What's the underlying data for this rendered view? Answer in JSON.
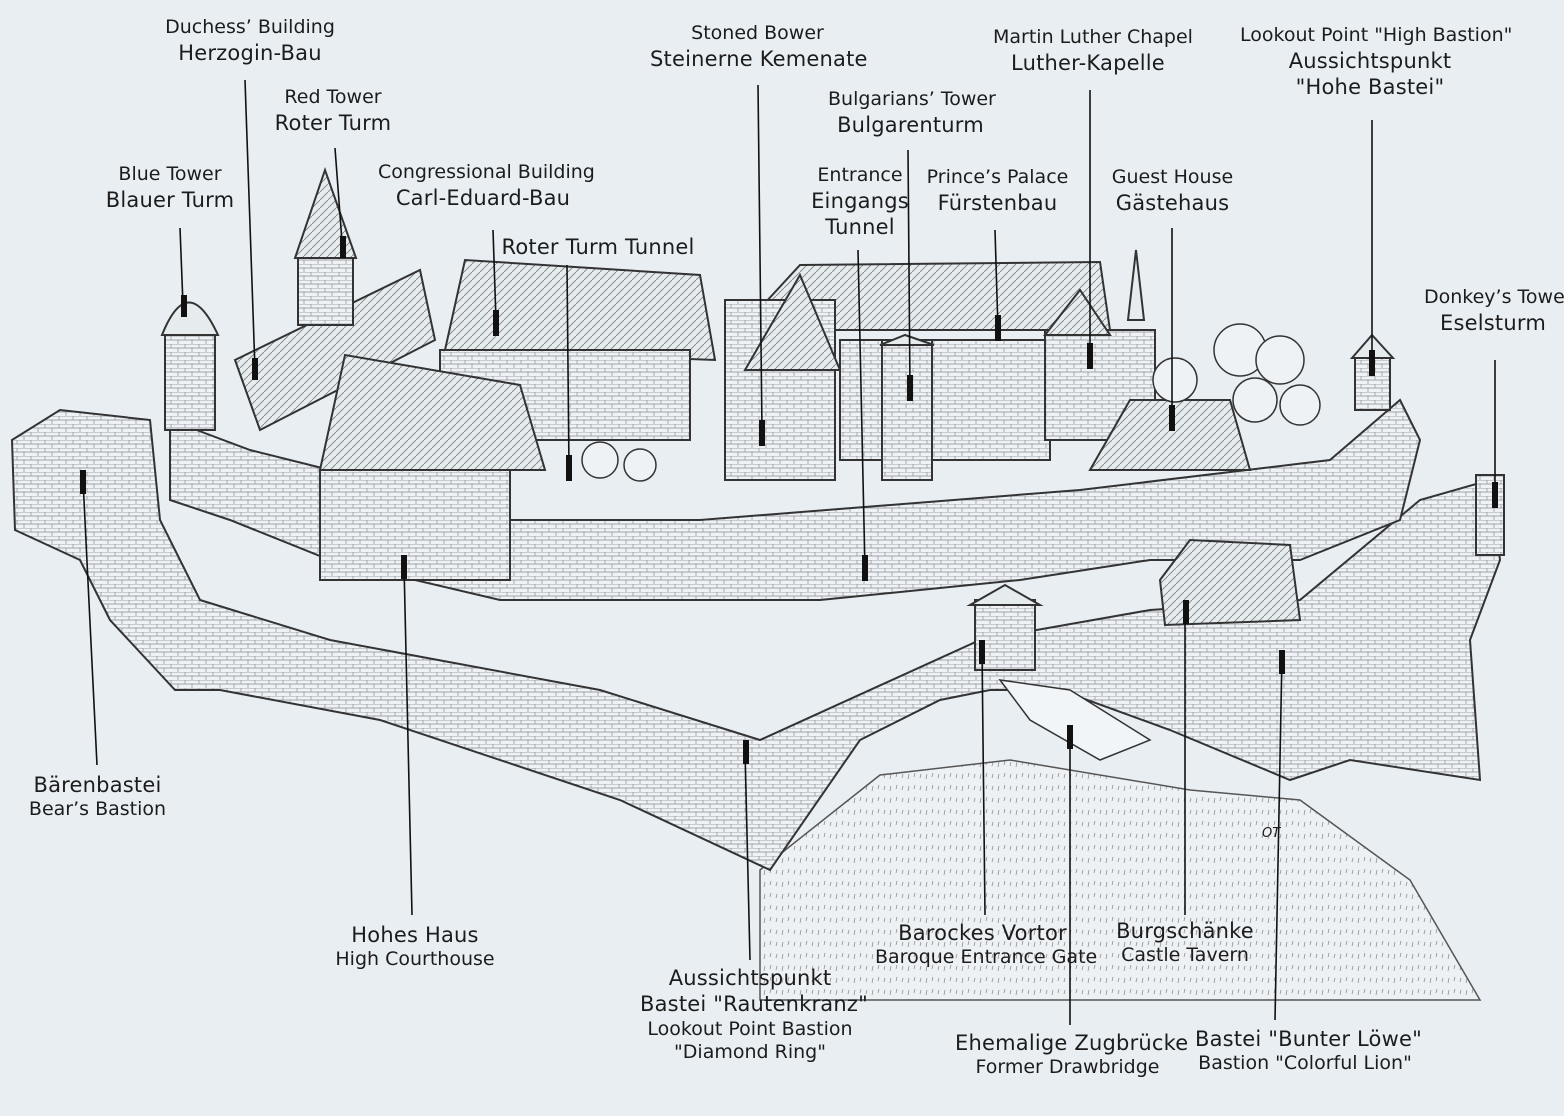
{
  "labels": {
    "duchess": {
      "en": "Duchess’ Building",
      "de": "Herzogin-Bau"
    },
    "red_tower": {
      "en": "Red Tower",
      "de": "Roter Turm"
    },
    "blue_tower": {
      "en": "Blue Tower",
      "de": "Blauer Turm"
    },
    "congressional": {
      "en": "Congressional Building",
      "de": "Carl-Eduard-Bau"
    },
    "roter_turm_tunnel": {
      "de": "Roter Turm Tunnel"
    },
    "stoned_bower": {
      "en": "Stoned Bower",
      "de": "Steinerne Kemenate"
    },
    "bulgarians_tower": {
      "en": "Bulgarians’ Tower",
      "de": "Bulgarenturm"
    },
    "entrance": {
      "en": "Entrance",
      "de1": "Eingangs",
      "de2": "Tunnel"
    },
    "luther_chapel": {
      "en": "Martin Luther Chapel",
      "de": "Luther-Kapelle"
    },
    "princes_palace": {
      "en": "Prince’s Palace",
      "de": "Fürstenbau"
    },
    "guest_house": {
      "en": "Guest House",
      "de": "Gästehaus"
    },
    "high_bastion": {
      "en": "Lookout Point \"High Bastion\"",
      "de1": "Aussichtspunkt",
      "de2": "\"Hohe Bastei\""
    },
    "donkeys_tower": {
      "en": "Donkey’s Tower",
      "de": "Eselsturm"
    },
    "bears_bastion": {
      "de": "Bärenbastei",
      "en": "Bear’s Bastion"
    },
    "hohes_haus": {
      "de": "Hohes Haus",
      "en": "High Courthouse"
    },
    "rautenkranz": {
      "de1": "Aussichtspunkt",
      "de2": "Bastei \"Rautenkranz\"",
      "en1": "Lookout Point Bastion",
      "en2": "\"Diamond Ring\""
    },
    "barockes_vortor": {
      "de": "Barockes Vortor",
      "en": "Baroque Entrance Gate"
    },
    "zugbruecke": {
      "de": "Ehemalige Zugbrücke",
      "en": "Former Drawbridge"
    },
    "burgschaenke": {
      "de": "Burgschänke",
      "en": "Castle Tavern"
    },
    "bunter_loewe": {
      "de": "Bastei \"Bunter Löwe\"",
      "en": "Bastion \"Colorful Lion\""
    }
  },
  "signature": "OT",
  "colors": {
    "background": "#e9eef2",
    "ink": "#1c1c1c"
  }
}
